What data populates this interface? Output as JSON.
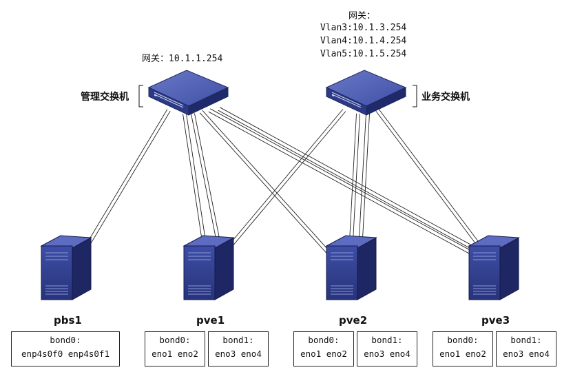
{
  "gateways": {
    "mgmt": "网关：10.1.1.254",
    "biz_title": "网关：",
    "biz_lines": [
      "Vlan3:10.1.3.254",
      "Vlan4:10.1.4.254",
      "Vlan5:10.1.5.254"
    ]
  },
  "switches": {
    "mgmt_label": "管理交换机",
    "biz_label": "业务交换机"
  },
  "servers": [
    {
      "name": "pbs1",
      "bonds": [
        {
          "title": "bond0:",
          "ifaces": "enp4s0f0 enp4s0f1"
        }
      ]
    },
    {
      "name": "pve1",
      "bonds": [
        {
          "title": "bond0:",
          "ifaces": "eno1 eno2"
        },
        {
          "title": "bond1:",
          "ifaces": "eno3 eno4"
        }
      ]
    },
    {
      "name": "pve2",
      "bonds": [
        {
          "title": "bond0:",
          "ifaces": "eno1 eno2"
        },
        {
          "title": "bond1:",
          "ifaces": "eno3 eno4"
        }
      ]
    },
    {
      "name": "pve3",
      "bonds": [
        {
          "title": "bond0:",
          "ifaces": "eno1 eno2"
        },
        {
          "title": "bond1:",
          "ifaces": "eno3 eno4"
        }
      ]
    }
  ],
  "colors": {
    "device_front": "#2f3d8a",
    "device_top": "#5b6bbd",
    "device_side": "#1e2763"
  },
  "icons": {
    "switch": "network-switch-icon",
    "server": "tower-server-icon"
  }
}
